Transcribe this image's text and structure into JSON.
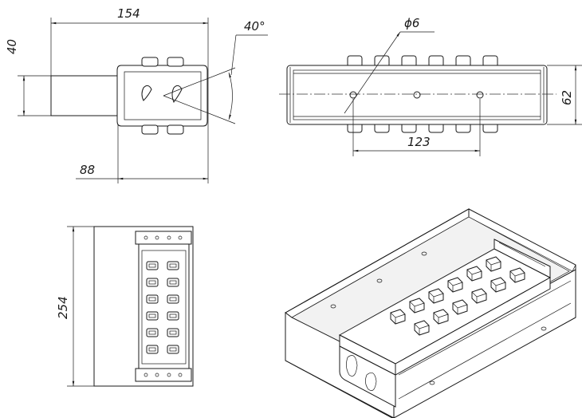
{
  "dimensions": {
    "overall_width": "154",
    "height": "40",
    "angle": "40°",
    "mount_width": "88",
    "hole_diameter": "ϕ6",
    "hole_spacing": "123",
    "depth": "62",
    "length": "254"
  },
  "views": [
    "top-view",
    "front-view",
    "side-view",
    "isometric-view"
  ],
  "line_color": "#1a1a1a"
}
